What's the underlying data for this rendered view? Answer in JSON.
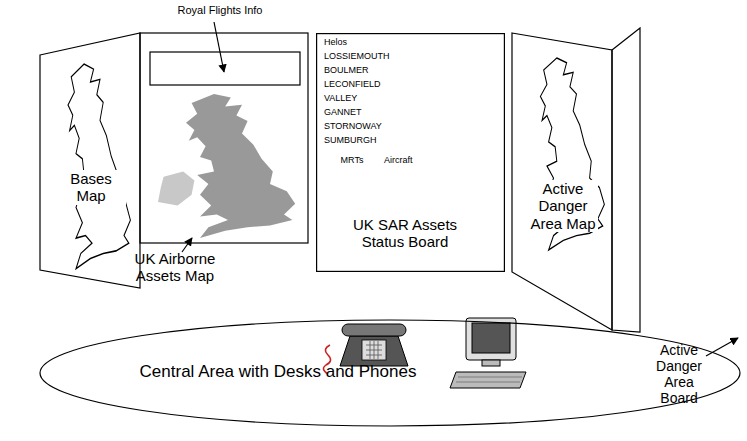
{
  "diagram": {
    "nodes": [
      {
        "text": [
          "Bases Map"
        ]
      },
      {
        "text": [
          "UK SAR Assets Status Board"
        ]
      },
      {
        "text": [
          "Active Danger Area Map"
        ]
      },
      {
        "text": [
          "Central Area with Desks and Phones"
        ]
      }
    ],
    "labels": [
      "Royal Flights Info",
      "UK Airborne Assets Map",
      "Active Danger Area Board",
      "Helos",
      "LOSSIEMOUTH",
      "BOULMER",
      "LECONFIELD",
      "VALLEY",
      "GANNET",
      "STORNOWAY",
      "SUMBURGH",
      "MRTs",
      "Aircraft"
    ]
  }
}
